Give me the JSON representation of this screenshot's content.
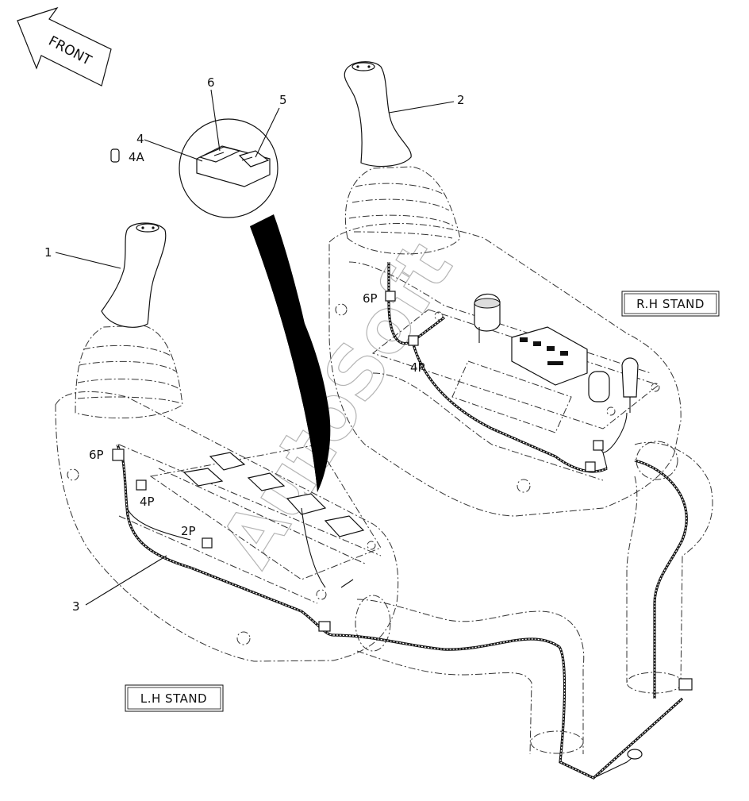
{
  "front_label": "FRONT",
  "callouts": {
    "c1": "1",
    "c2": "2",
    "c3": "3",
    "c4": "4",
    "c4a": "4A",
    "c5": "5",
    "c6": "6"
  },
  "connectors": {
    "lh_6p": "6P",
    "lh_4p": "4P",
    "lh_2p": "2P",
    "rh_6p": "6P",
    "rh_4p": "4P"
  },
  "stands": {
    "left": "L.H STAND",
    "right": "R.H STAND"
  },
  "watermark": "AutoSoft"
}
